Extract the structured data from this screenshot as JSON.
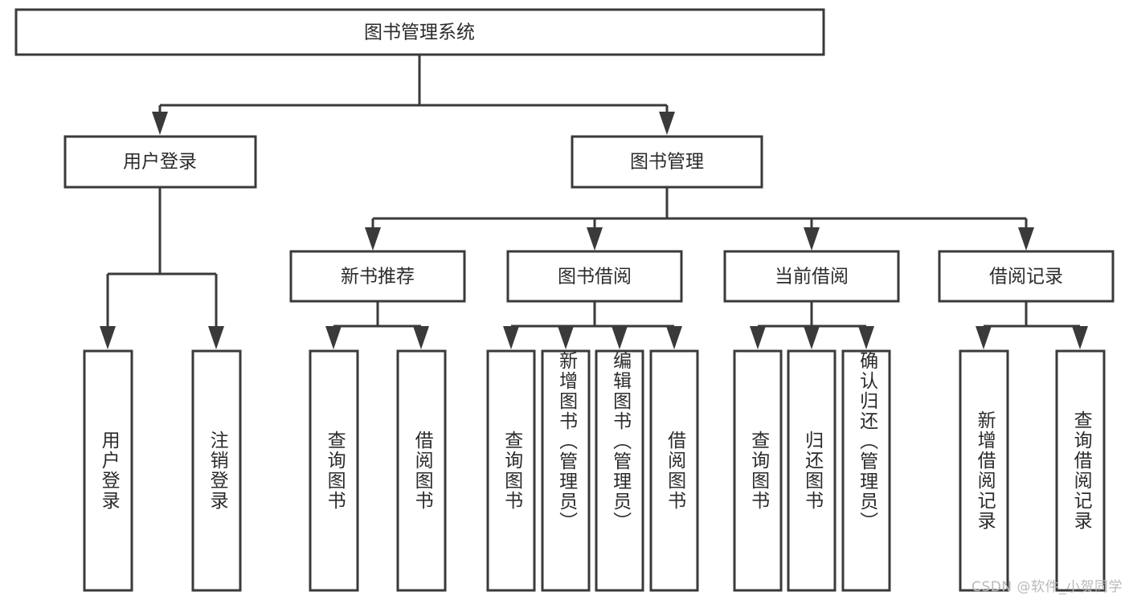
{
  "diagram": {
    "type": "tree",
    "title": "图书管理系统",
    "orientation": "top-down",
    "colors": {
      "node_stroke": "#3a3a3a",
      "node_fill": "#ffffff",
      "link": "#3a3a3a",
      "text": "#2b2b2b",
      "background": "#ffffff",
      "watermark": "#b9b9b9"
    },
    "root": {
      "label": "图书管理系统"
    },
    "level2": [
      {
        "label": "用户登录"
      },
      {
        "label": "图书管理"
      }
    ],
    "level3": [
      {
        "label": "新书推荐"
      },
      {
        "label": "图书借阅"
      },
      {
        "label": "当前借阅"
      },
      {
        "label": "借阅记录"
      }
    ],
    "leaves": {
      "user_login": [
        {
          "label": "用户登录"
        },
        {
          "label": "注销登录"
        }
      ],
      "new_book_recommend": [
        {
          "label": "查询图书"
        },
        {
          "label": "借阅图书"
        }
      ],
      "book_borrow": [
        {
          "label": "查询图书"
        },
        {
          "label": "新增图书（管理员）"
        },
        {
          "label": "编辑图书（管理员）"
        },
        {
          "label": "借阅图书"
        }
      ],
      "current_borrow": [
        {
          "label": "查询图书"
        },
        {
          "label": "归还图书"
        },
        {
          "label": "确认归还（管理员）"
        }
      ],
      "borrow_record": [
        {
          "label": "新增借阅记录"
        },
        {
          "label": "查询借阅记录"
        }
      ]
    }
  },
  "watermark": {
    "text": "CSDN @软件_小贺同学"
  }
}
